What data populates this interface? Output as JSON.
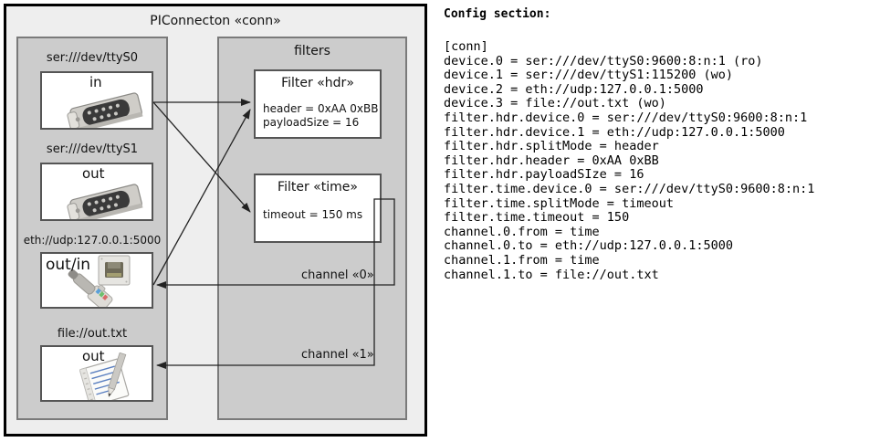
{
  "diagram": {
    "frame_title": "PIConnecton «conn»",
    "devices_panel": {
      "name": "devices-panel",
      "devices": [
        {
          "label": "ser:///dev/ttyS0",
          "direction": "in",
          "icon": "serial-port-icon"
        },
        {
          "label": "ser:///dev/ttyS1",
          "direction": "out",
          "icon": "serial-port-icon"
        },
        {
          "label": "eth://udp:127.0.0.1:5000",
          "direction": "out/in",
          "icon": "ethernet-jack-icon"
        },
        {
          "label": "file://out.txt",
          "direction": "out",
          "icon": "text-file-icon"
        }
      ]
    },
    "filters_panel": {
      "title": "filters",
      "filters": [
        {
          "title": "Filter «hdr»",
          "props": [
            "header = 0xAA 0xBB",
            "payloadSize = 16"
          ]
        },
        {
          "title": "Filter «time»",
          "props": [
            "timeout = 150 ms"
          ]
        }
      ],
      "channels": [
        {
          "label": "channel «0»"
        },
        {
          "label": "channel «1»"
        }
      ]
    },
    "colors": {
      "frame_bg": "#eeeeee",
      "frame_border": "#000000",
      "panel_bg": "#cccccc",
      "panel_border": "#7a7a7a",
      "box_bg": "#ffffff",
      "box_border": "#555555",
      "wire": "#222222"
    }
  },
  "config": {
    "heading": "Config section:",
    "lines": [
      "[conn]",
      "device.0 = ser:///dev/ttyS0:9600:8:n:1 (ro)",
      "device.1 = ser:///dev/ttyS1:115200 (wo)",
      "device.2 = eth://udp:127.0.0.1:5000",
      "device.3 = file://out.txt (wo)",
      "filter.hdr.device.0 = ser:///dev/ttyS0:9600:8:n:1",
      "filter.hdr.device.1 = eth://udp:127.0.0.1:5000",
      "filter.hdr.splitMode = header",
      "filter.hdr.header = 0xAA 0xBB",
      "filter.hdr.payloadSIze = 16",
      "filter.time.device.0 = ser:///dev/ttyS0:9600:8:n:1",
      "filter.time.splitMode = timeout",
      "filter.time.timeout = 150",
      "channel.0.from = time",
      "channel.0.to = eth://udp:127.0.0.1:5000",
      "channel.1.from = time",
      "channel.1.to = file://out.txt"
    ]
  }
}
